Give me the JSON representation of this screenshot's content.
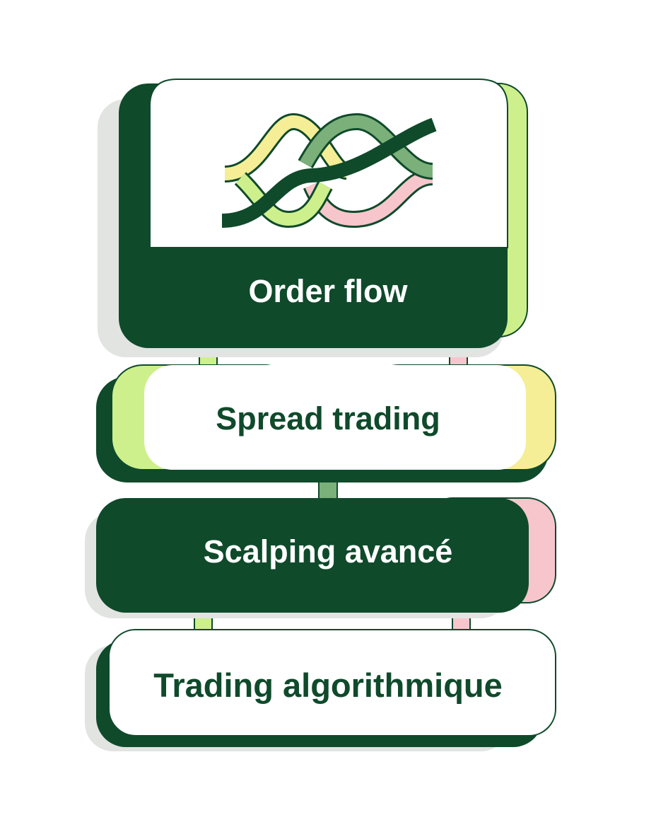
{
  "stack": {
    "items": [
      {
        "label": "Order flow"
      },
      {
        "label": "Spread trading"
      },
      {
        "label": "Scalping avancé"
      },
      {
        "label": "Trading algorithmique"
      }
    ]
  },
  "colors": {
    "dark_green": "#0f4a2b",
    "lime": "#cdf08d",
    "soft_yellow": "#f5ee96",
    "pink": "#f7c6cd",
    "sage": "#7bb07a",
    "shadow": "#e2e4e2",
    "white": "#ffffff"
  },
  "icons": {
    "top_card": "intertwined-waves-icon"
  }
}
